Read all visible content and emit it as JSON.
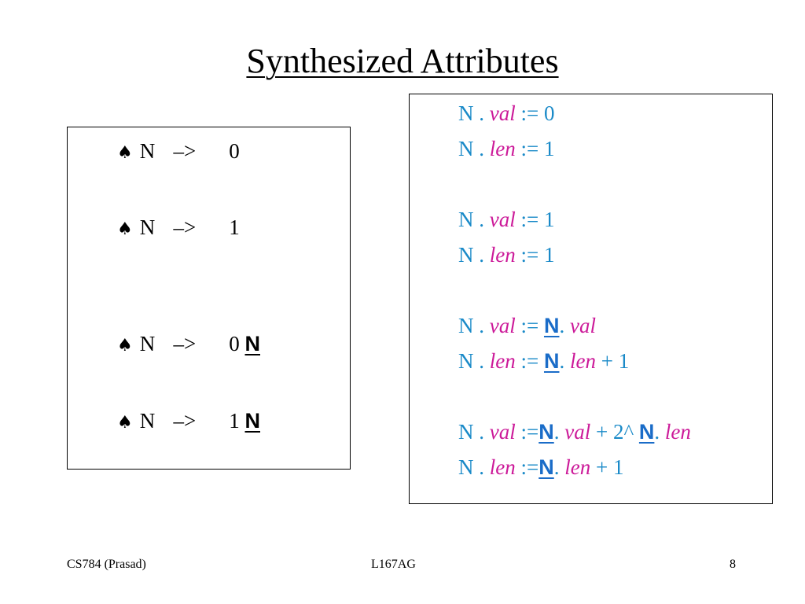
{
  "title": "Synthesized Attributes",
  "productions": [
    {
      "spade": "♠",
      "lhs": "N",
      "arrow": "–>",
      "rhs": "0",
      "nt": ""
    },
    {
      "spade": "♠",
      "lhs": "N",
      "arrow": "–>",
      "rhs": "1",
      "nt": ""
    },
    {
      "spade": "♠",
      "lhs": "N",
      "arrow": "–>",
      "rhs": "0",
      "nt": "N"
    },
    {
      "spade": "♠",
      "lhs": "N",
      "arrow": "–>",
      "rhs": "1",
      "nt": "N"
    }
  ],
  "rules": {
    "r1": {
      "n": "N .",
      "attr": "val",
      "op": ":= 0"
    },
    "r2": {
      "n": "N .",
      "attr": "len",
      "op": ":= 1"
    },
    "r3": {
      "n": "N .",
      "attr": "val",
      "op": ":= 1"
    },
    "r4": {
      "n": "N .",
      "attr": "len",
      "op": ":= 1"
    },
    "r5": {
      "n": "N .",
      "attr": "val",
      "op": ":=",
      "nt": "N",
      "dot": ".",
      "attr2": "val"
    },
    "r6": {
      "n": "N .",
      "attr": "len",
      "op": ":=",
      "nt": "N",
      "dot": ".",
      "attr2": "len",
      "tail": "+ 1"
    },
    "r7": {
      "n": "N .",
      "attr": "val",
      "op": ":=",
      "nt": "N",
      "dot": ".",
      "attr2": "val",
      "mid": "+ 2^",
      "nt2": "N",
      "dot2": ".",
      "attr3": "len"
    },
    "r8": {
      "n": "N .",
      "attr": "len",
      "op": ":=",
      "nt": "N",
      "dot": ".",
      "attr2": "len",
      "tail": "+ 1"
    }
  },
  "footer": {
    "left": "CS784 (Prasad)",
    "center": "L167AG",
    "page": "8"
  },
  "colors": {
    "rule_text": "#1a8ac8",
    "attribute": "#cc1a99",
    "nonterminal": "#1a6cc8"
  }
}
